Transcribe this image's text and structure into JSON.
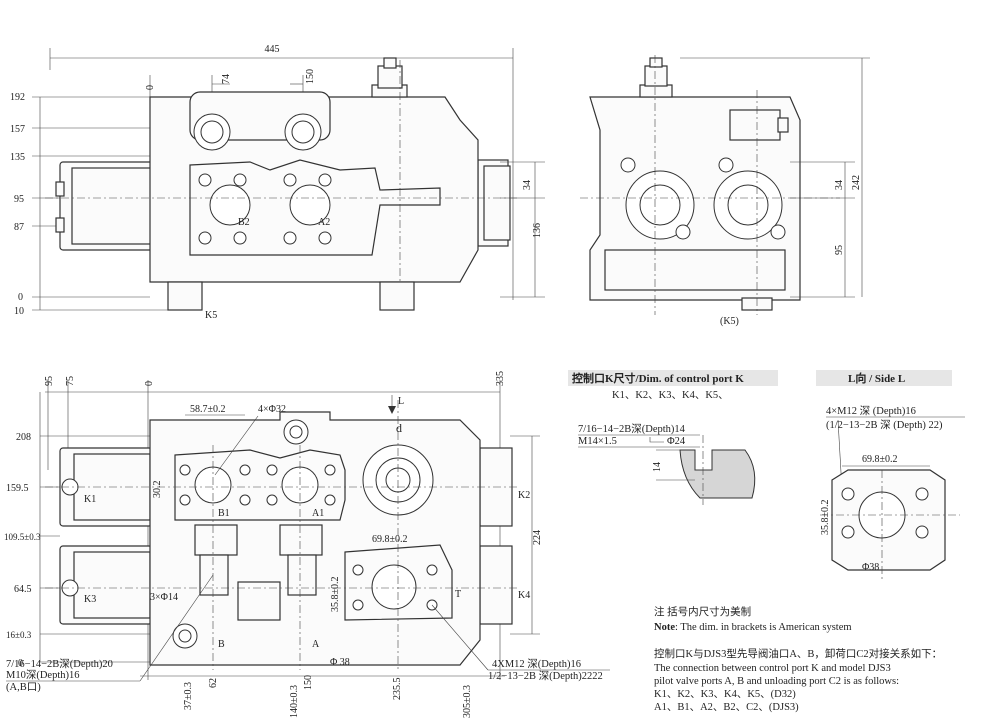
{
  "top_left_view": {
    "overall_width": "445",
    "top_dims": [
      "0",
      "74",
      "150"
    ],
    "left_dims": [
      "192",
      "157",
      "135",
      "95",
      "87",
      "0",
      "10"
    ],
    "right_dims": [
      "34",
      "136"
    ],
    "port_labels": [
      "B2",
      "A2"
    ],
    "bottom_label": "K5"
  },
  "top_right_view": {
    "right_dims": [
      "34",
      "242",
      "95"
    ],
    "bottom_label": "(K5)"
  },
  "bottom_view": {
    "top_dims": [
      "95",
      "75",
      "0",
      "335"
    ],
    "left_dims": [
      "208",
      "159.5",
      "109.5±0.3",
      "64.5",
      "16±0.3",
      "0"
    ],
    "right_dim": "224",
    "bottom_dims": [
      "37±0.3",
      "62",
      "140±0.3",
      "150",
      "235.5",
      "305±0.3"
    ],
    "callouts": {
      "pitch": "58.7±0.2",
      "holes": "4×Φ32",
      "spacing": "30.2",
      "center_pitch": "69.8±0.2",
      "side_pitch": "35.8±0.2",
      "small_holes": "3×Φ14",
      "port_diameter": "Φ 38",
      "view_arrow": "L",
      "view_mark": "d",
      "t_mark": "T"
    },
    "port_labels": [
      "B1",
      "A1",
      "B",
      "A",
      "K1",
      "K2",
      "K3",
      "K4"
    ],
    "thread_note": [
      "7/16−14−2B深(Depth)20",
      "M10深(Depth)16",
      "(A,B口)"
    ],
    "m12_note": [
      "4XM12 深(Depth)16",
      "1/2−13−2B 深(Depth)2222"
    ]
  },
  "control_port_panel": {
    "title": "控制口K尺寸/Dim. of control port  K",
    "ports": "K1、K2、K3、K4、K5、",
    "thread": "7/16−14−2B深(Depth)14",
    "metric": "M14×1.5",
    "spotface": "Φ24",
    "depth": "14"
  },
  "side_l_panel": {
    "title": "L向 / Side L",
    "thread_note": [
      "4×M12 深 (Depth)16",
      "(1/2−13−2B 深 (Depth) 22)"
    ],
    "pitch": "69.8±0.2",
    "side_pitch": "35.8±0.2",
    "port": "Φ38"
  },
  "notes": {
    "line1_cn": "注 括号内尺寸为美制",
    "line1_en_label": "Note",
    "line1_en": ": The dim. in brackets is American system",
    "line2_cn": "控制口K与DJS3型先导阀油口A、B，卸荷口C2对接关系如下：",
    "line3": "The connection between control port K and model DJS3",
    "line4": "pilot valve ports A, B and unloading port C2 is as follows:",
    "line5": "K1、K2、K3、K4、K5、(D32)",
    "line6": "A1、B1、A2、B2、C2、(DJS3)"
  }
}
